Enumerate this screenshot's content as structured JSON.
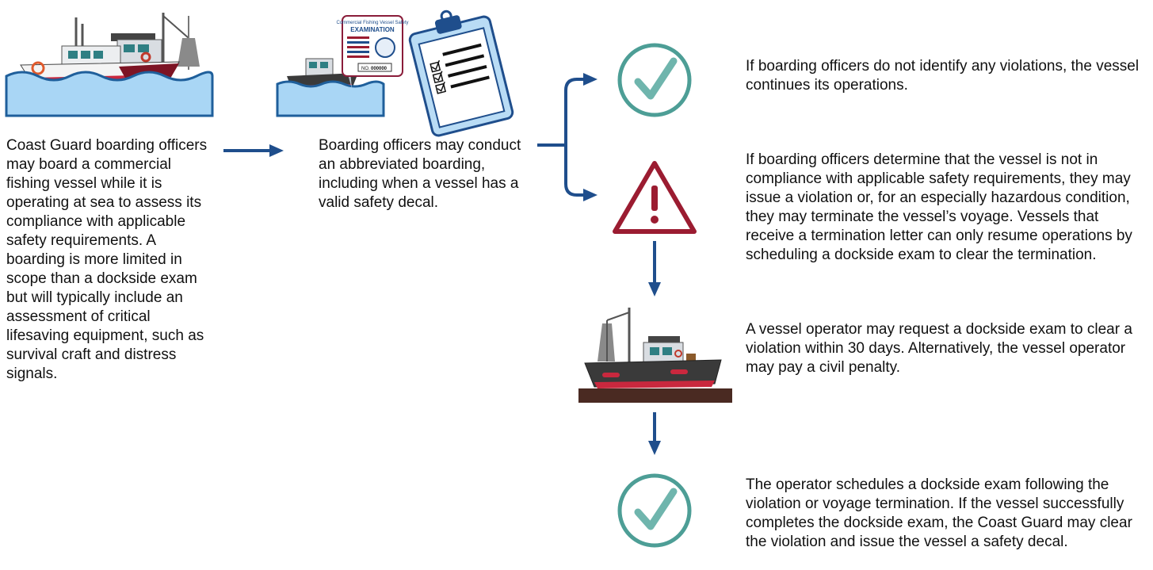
{
  "colors": {
    "arrow": "#1f4e8c",
    "check": "#4d9e96",
    "warning": "#9b1c31",
    "water": "#a9d6f5",
    "water_line": "#1f5f9b"
  },
  "steps": {
    "step1_text": "Coast Guard boarding officers may board a commercial fishing vessel while it is operating at sea to assess its compliance with applicable safety requirements. A boarding is more limited in scope than a dockside exam but will typically include an assessment of critical lifesaving equipment, such as survival craft and distress signals.",
    "step2_text": "Boarding officers may conduct an abbreviated boarding, including when a vessel has a valid safety decal.",
    "decal": {
      "header": "Commercial Fishing Vessel Safety",
      "title": "EXAMINATION",
      "number_label": "NO.",
      "number": "000000"
    }
  },
  "outcomes": {
    "no_violation": "If boarding officers do not identify any violations, the vessel continues its operations.",
    "violation": "If boarding officers determine that the vessel is not in compliance with applicable safety requirements, they may issue a violation or, for an especially hazardous condition, they may terminate the vessel’s voyage. Vessels that receive a termination letter can only resume operations by scheduling a dockside exam to clear the termination.",
    "dockside_request": "A vessel operator may request a dockside exam to clear a violation within 30 days. Alternatively, the vessel operator may pay a civil penalty.",
    "cleared": "The operator schedules a dockside exam following the violation or voyage termination. If the vessel successfully completes the dockside exam, the Coast Guard may clear the violation and issue the vessel a safety decal."
  },
  "icons": [
    "boat-at-sea-icon",
    "decal-icon",
    "clipboard-icon",
    "checkmark-icon",
    "warning-icon",
    "boat-on-dock-icon"
  ]
}
